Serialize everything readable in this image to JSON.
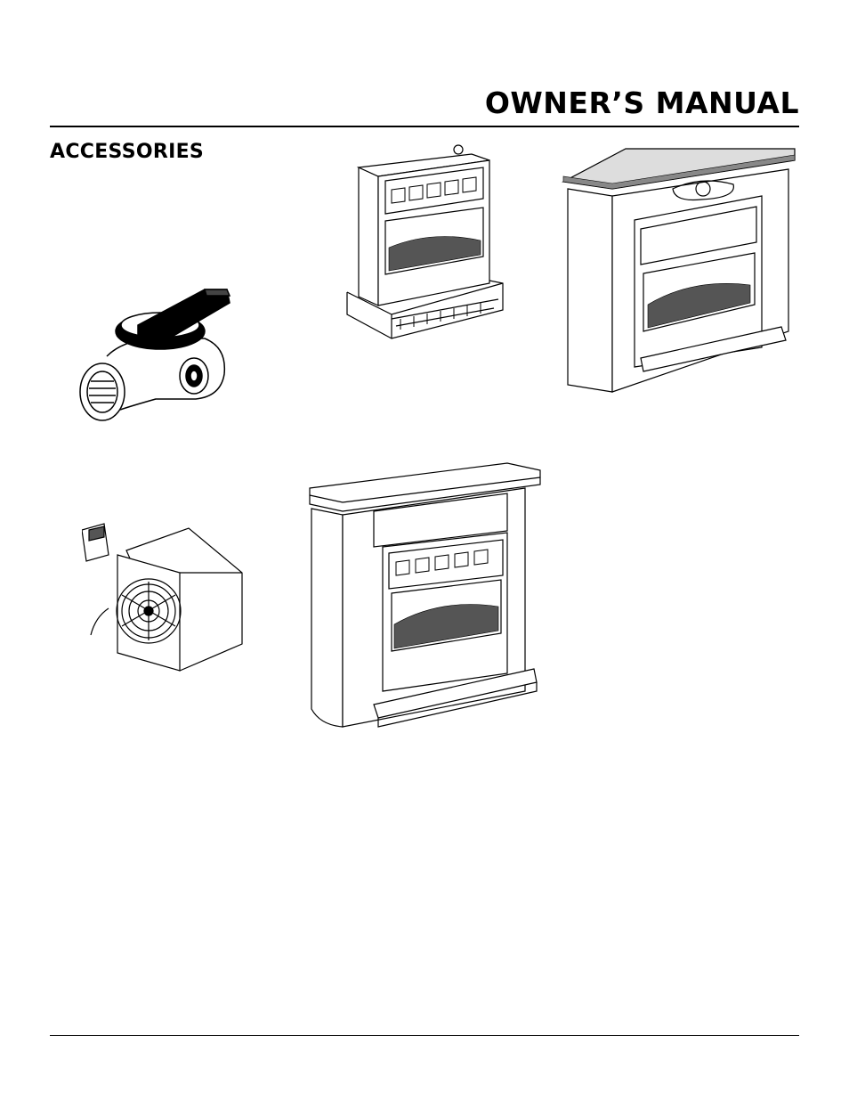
{
  "header": {
    "title": "OWNER’S MANUAL"
  },
  "section": {
    "title": "ACCESSORIES"
  },
  "illustrations": [
    {
      "id": "gas-shutoff-valve-illustration"
    },
    {
      "id": "heater-on-base-illustration"
    },
    {
      "id": "corner-mantel-illustration"
    },
    {
      "id": "blower-fan-illustration"
    },
    {
      "id": "mantel-heater-illustration"
    }
  ]
}
